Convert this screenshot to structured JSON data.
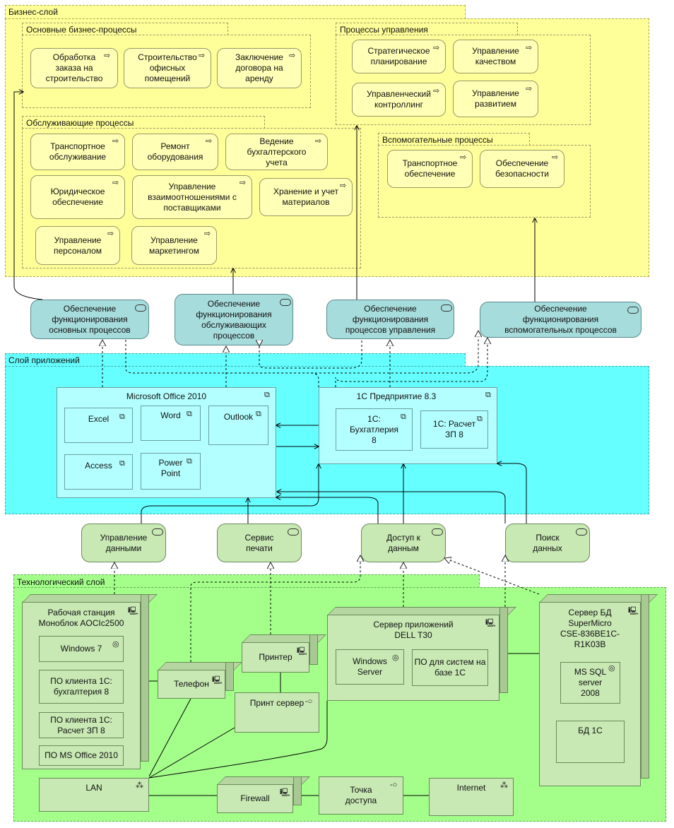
{
  "layers": {
    "business": "Бизнес-слой",
    "application": "Слой приложений",
    "technology": "Технологический слой"
  },
  "groups": {
    "core": "Основные бизнес-процессы",
    "management": "Процессы управления",
    "service": "Обслуживающие процессы",
    "support": "Вспомогательные процессы"
  },
  "core_processes": [
    "Обработка\nзаказа на\nстроительство",
    "Строительство\nофисных\nпомещений",
    "Заключение\nдоговора на\nаренду"
  ],
  "management_processes": [
    "Стратегическое\nпланирование",
    "Управление\nкачеством",
    "Управленческий\nконтроллинг",
    "Управление\nразвитием"
  ],
  "service_processes": [
    "Транспортное\nобслуживание",
    "Ремонт\nоборудования",
    "Ведение\nбухгалтерского\nучета",
    "Юридическое\nобеспечение",
    "Управление\nвзаимоотношениями с\nпоставщиками",
    "Хранение и учет\nматериалов",
    "Управление\nперсоналом",
    "Управление\nмаркетингом"
  ],
  "support_processes": [
    "Транспортное\nобеспечение",
    "Обеспечение\nбезопасности"
  ],
  "app_services": [
    "Обеспечение\nфункционирования\nосновных процессов",
    "Обеспечение\nфункционирования\nобслуживающих\nпроцессов",
    "Обеспечение\nфункционирования\nпроцессов управления",
    "Обеспечение\nфункционирования\nвспомогательных процессов"
  ],
  "office": {
    "title": "Microsoft Office 2010",
    "items": [
      "Excel",
      "Word",
      "Outlook",
      "Access",
      "Power\nPoint"
    ]
  },
  "onec": {
    "title": "1С Предприятие 8.3",
    "items": [
      "1С:\nБухгатлерия\n8",
      "1С: Расчет\nЗП 8"
    ]
  },
  "tech_services": [
    "Управление\nданными",
    "Сервис\nпечати",
    "Доступ к\nданным",
    "Поиск\nданных"
  ],
  "workstation": {
    "title": "Рабочая станция\nМоноблок AOCIc2500",
    "items": [
      "Windows 7",
      "ПО клиента 1С:\nбухгалтерия 8",
      "ПО клиента 1С:\nРасчет ЗП 8",
      "ПО MS Office 2010"
    ]
  },
  "app_server": {
    "title": "Сервер приложений\nDELL T30",
    "items": [
      "Windows\nServer",
      "ПО для систем на\nбазе 1С"
    ]
  },
  "db_server": {
    "title": "Сервер БД\nSuperMicro\nCSE-836BE1C-\nR1K03B",
    "items": [
      "MS SQL\nserver\n2008",
      "БД 1С"
    ]
  },
  "devices": {
    "printer": "Принтер",
    "print_server": "Принт сервер",
    "phone": "Телефон",
    "lan": "LAN",
    "firewall": "Firewall",
    "access_point": "Точка\nдоступа",
    "internet": "Internet"
  }
}
